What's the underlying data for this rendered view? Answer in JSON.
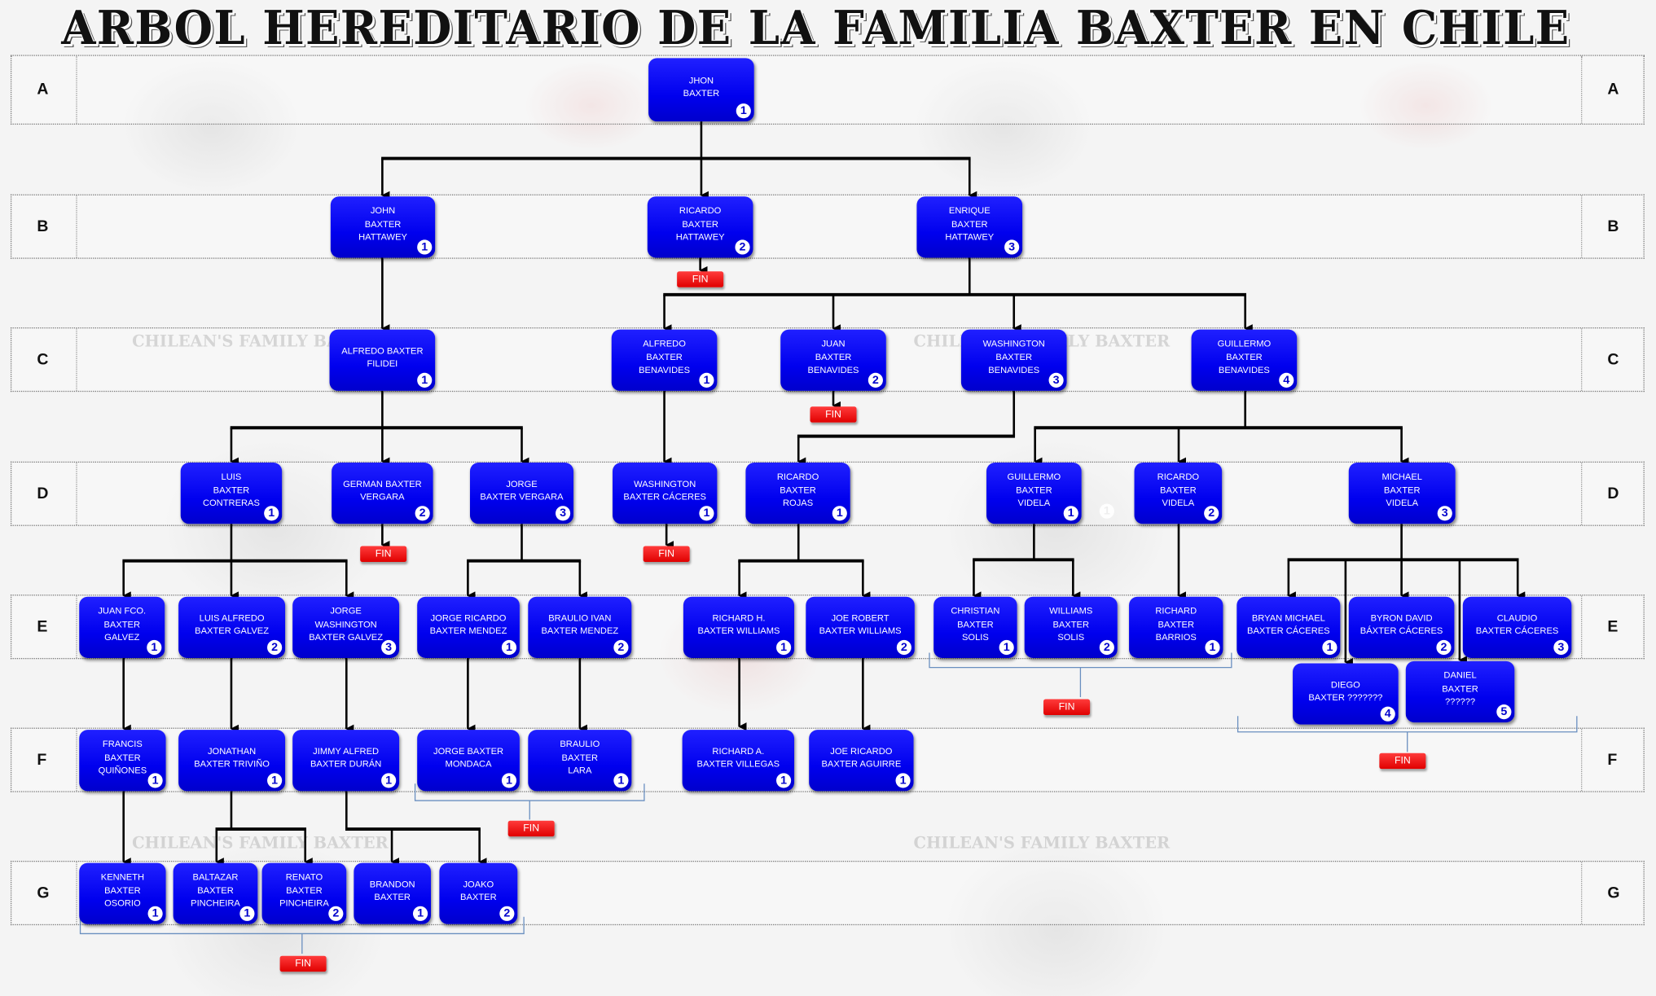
{
  "title": "ARBOL HEREDITARIO  DE LA FAMILIA BAXTER EN CHILE",
  "rows": [
    "A",
    "B",
    "C",
    "D",
    "E",
    "F",
    "G"
  ],
  "watermark": "CHILEAN'S FAMILY BAXTER",
  "fin_label": "FIN",
  "ghost_badge": "1",
  "colors": {
    "node": "#0000ee",
    "fin": "#ee0000",
    "connector": "#000000",
    "bracket": "#6a8fc0"
  },
  "nodes": [
    {
      "id": "a1",
      "row": "A",
      "lines": [
        "JHON",
        "BAXTER"
      ],
      "number": "1"
    },
    {
      "id": "b1",
      "row": "B",
      "lines": [
        "JOHN",
        "BAXTER",
        "HATTAWEY"
      ],
      "number": "1"
    },
    {
      "id": "b2",
      "row": "B",
      "lines": [
        "RICARDO",
        "BAXTER",
        "HATTAWEY"
      ],
      "number": "2"
    },
    {
      "id": "b3",
      "row": "B",
      "lines": [
        "ENRIQUE",
        "BAXTER",
        "HATTAWEY"
      ],
      "number": "3"
    },
    {
      "id": "c1",
      "row": "C",
      "lines": [
        "ALFREDO BAXTER",
        "FILIDEI"
      ],
      "number": "1"
    },
    {
      "id": "c2",
      "row": "C",
      "lines": [
        "ALFREDO",
        "BAXTER",
        "BENAVIDES"
      ],
      "number": "1"
    },
    {
      "id": "c3",
      "row": "C",
      "lines": [
        "JUAN",
        "BAXTER",
        "BENAVIDES"
      ],
      "number": "2"
    },
    {
      "id": "c4",
      "row": "C",
      "lines": [
        "WASHINGTON",
        "BAXTER",
        "BENAVIDES"
      ],
      "number": "3"
    },
    {
      "id": "c5",
      "row": "C",
      "lines": [
        "GUILLERMO",
        "BAXTER",
        "BENAVIDES"
      ],
      "number": "4"
    },
    {
      "id": "d1",
      "row": "D",
      "lines": [
        "LUIS",
        "BAXTER",
        "CONTRERAS"
      ],
      "number": "1"
    },
    {
      "id": "d2",
      "row": "D",
      "lines": [
        "GERMAN  BAXTER",
        "VERGARA"
      ],
      "number": "2"
    },
    {
      "id": "d3",
      "row": "D",
      "lines": [
        "JORGE",
        "BAXTER VERGARA"
      ],
      "number": "3"
    },
    {
      "id": "d4",
      "row": "D",
      "lines": [
        "WASHINGTON",
        "BAXTER CÁCERES"
      ],
      "number": "1"
    },
    {
      "id": "d5",
      "row": "D",
      "lines": [
        "RICARDO",
        "BAXTER",
        "ROJAS"
      ],
      "number": "1"
    },
    {
      "id": "d6",
      "row": "D",
      "lines": [
        "GUILLERMO",
        "BAXTER",
        "VIDELA"
      ],
      "number": "1"
    },
    {
      "id": "d7",
      "row": "D",
      "lines": [
        "RICARDO",
        "BAXTER",
        "VIDELA"
      ],
      "number": "2"
    },
    {
      "id": "d8",
      "row": "D",
      "lines": [
        "MICHAEL",
        "BAXTER",
        "VIDELA"
      ],
      "number": "3"
    },
    {
      "id": "e1",
      "row": "E",
      "lines": [
        "JUAN FCO.",
        "BAXTER",
        "GALVEZ"
      ],
      "number": "1"
    },
    {
      "id": "e2",
      "row": "E",
      "lines": [
        "LUIS ALFREDO",
        "BAXTER GALVEZ"
      ],
      "number": "2"
    },
    {
      "id": "e3",
      "row": "E",
      "lines": [
        "JORGE",
        "WASHINGTON",
        "BAXTER GALVEZ"
      ],
      "number": "3"
    },
    {
      "id": "e4",
      "row": "E",
      "lines": [
        "JORGE RICARDO",
        "BAXTER MENDEZ"
      ],
      "number": "1"
    },
    {
      "id": "e5",
      "row": "E",
      "lines": [
        "BRAULIO IVAN",
        "BAXTER MENDEZ"
      ],
      "number": "2"
    },
    {
      "id": "e6",
      "row": "E",
      "lines": [
        "RICHARD H.",
        "BAXTER WILLIAMS"
      ],
      "number": "1"
    },
    {
      "id": "e7",
      "row": "E",
      "lines": [
        "JOE ROBERT",
        "BAXTER WILLIAMS"
      ],
      "number": "2"
    },
    {
      "id": "e8",
      "row": "E",
      "lines": [
        "CHRISTIAN",
        "BAXTER",
        "SOLIS"
      ],
      "number": "1"
    },
    {
      "id": "e9",
      "row": "E",
      "lines": [
        "WILLIAMS",
        "BAXTER",
        "SOLIS"
      ],
      "number": "2"
    },
    {
      "id": "e10",
      "row": "E",
      "lines": [
        "RICHARD",
        "BAXTER",
        "BARRIOS"
      ],
      "number": "1"
    },
    {
      "id": "e11",
      "row": "E",
      "lines": [
        "BRYAN MICHAEL",
        "BAXTER CÁCERES"
      ],
      "number": "1"
    },
    {
      "id": "e12",
      "row": "E",
      "lines": [
        "BYRON DAVID",
        "BÁXTER CÁCERES"
      ],
      "number": "2"
    },
    {
      "id": "e13",
      "row": "E",
      "lines": [
        "CLAUDIO",
        "BAXTER CÁCERES"
      ],
      "number": "3"
    },
    {
      "id": "e14",
      "row": "E",
      "lines": [
        "DIEGO",
        "BAXTER ???????"
      ],
      "number": "4"
    },
    {
      "id": "e15",
      "row": "E",
      "lines": [
        "DANIEL",
        "BAXTER",
        "??????"
      ],
      "number": "5"
    },
    {
      "id": "f1",
      "row": "F",
      "lines": [
        "FRANCIS",
        "BAXTER",
        "QUIÑONES"
      ],
      "number": "1"
    },
    {
      "id": "f2",
      "row": "F",
      "lines": [
        "JONATHAN",
        "BAXTER TRIVIÑO"
      ],
      "number": "1"
    },
    {
      "id": "f3",
      "row": "F",
      "lines": [
        "JIMMY ALFRED",
        "BAXTER DURÁN"
      ],
      "number": "1"
    },
    {
      "id": "f4",
      "row": "F",
      "lines": [
        "JORGE  BAXTER",
        "MONDACA"
      ],
      "number": "1"
    },
    {
      "id": "f5",
      "row": "F",
      "lines": [
        "BRAULIO",
        "BAXTER",
        "LARA"
      ],
      "number": "1"
    },
    {
      "id": "f6",
      "row": "F",
      "lines": [
        "RICHARD  A.",
        "BAXTER VILLEGAS"
      ],
      "number": "1"
    },
    {
      "id": "f7",
      "row": "F",
      "lines": [
        "JOE RICARDO",
        "BAXTER AGUIRRE"
      ],
      "number": "1"
    },
    {
      "id": "g1",
      "row": "G",
      "lines": [
        "KENNETH",
        "BAXTER",
        "OSORIO"
      ],
      "number": "1"
    },
    {
      "id": "g2",
      "row": "G",
      "lines": [
        "BALTAZAR",
        "BAXTER",
        "PINCHEIRA"
      ],
      "number": "1"
    },
    {
      "id": "g3",
      "row": "G",
      "lines": [
        "RENATO",
        "BAXTER",
        "PINCHEIRA"
      ],
      "number": "2"
    },
    {
      "id": "g4",
      "row": "G",
      "lines": [
        "BRANDON",
        "BAXTER"
      ],
      "number": "1"
    },
    {
      "id": "g5",
      "row": "G",
      "lines": [
        "JOAKO",
        "BAXTER"
      ],
      "number": "2"
    }
  ]
}
